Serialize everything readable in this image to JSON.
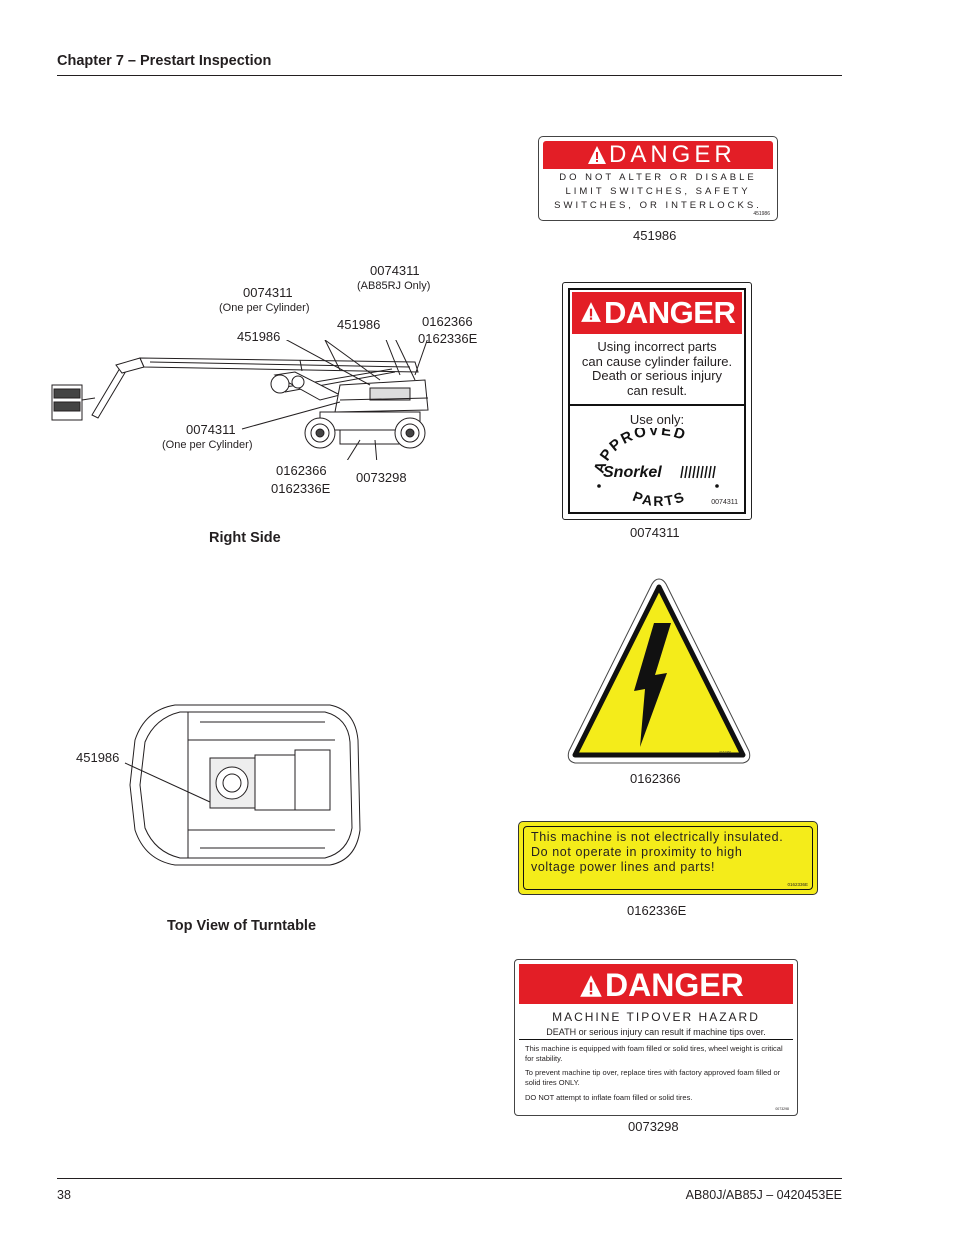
{
  "header": {
    "title": "Chapter 7 – Prestart Inspection"
  },
  "right_side": {
    "caption": "Right Side",
    "labels": {
      "l_0074311_top": "0074311",
      "l_ab85rj": "(AB85RJ Only)",
      "l_0074311_left": "0074311",
      "l_one_per_cyl_1": "(One per Cylinder)",
      "l_451986_a": "451986",
      "l_451986_b": "451986",
      "l_0162366_a": "0162366",
      "l_0162336e_a": "0162336E",
      "l_0074311_low": "0074311",
      "l_one_per_cyl_2": "(One per Cylinder)",
      "l_0162366_b": "0162366",
      "l_0162336e_b": "0162336E",
      "l_0073298": "0073298"
    }
  },
  "top_view": {
    "caption": "Top View of Turntable",
    "label": "451986"
  },
  "decals": {
    "d451986": {
      "heading": "DANGER",
      "lines": [
        "DO NOT ALTER OR DISABLE",
        "LIMIT SWITCHES, SAFETY",
        "SWITCHES, OR INTERLOCKS."
      ],
      "code": "451986",
      "caption": "451986"
    },
    "d0074311": {
      "heading": "DANGER",
      "lines": [
        "Using incorrect parts",
        "can cause cylinder failure.",
        "Death or serious injury",
        "can result."
      ],
      "use_only": "Use only:",
      "arc_top": "APPROVED",
      "arc_bottom": "PARTS",
      "brand": "Snorkel",
      "code": "0074311",
      "caption": "0074311"
    },
    "d0162366": {
      "code": "0162366",
      "caption": "0162366"
    },
    "d0162336E": {
      "lines": [
        "This machine is not electrically insulated.",
        "Do not operate in proximity to high",
        "voltage power lines and parts!"
      ],
      "code": "0162336E",
      "caption": "0162336E"
    },
    "d0073298": {
      "heading": "DANGER",
      "title": "MACHINE TIPOVER HAZARD",
      "line1": "DEATH or serious injury can result if machine tips over.",
      "p1": "This machine is equipped with foam filled or solid tires, wheel weight is critical for stability.",
      "p2": "To prevent machine tip over, replace tires with factory approved foam filled or solid tires ONLY.",
      "p3": "DO NOT attempt to inflate foam filled or solid tires.",
      "code": "0073298",
      "caption": "0073298"
    }
  },
  "footer": {
    "page": "38",
    "doc": "AB80J/AB85J – 0420453EE"
  },
  "colors": {
    "danger_red": "#e31e26",
    "warning_yellow": "#f4ec1a",
    "ink": "#231f20"
  }
}
